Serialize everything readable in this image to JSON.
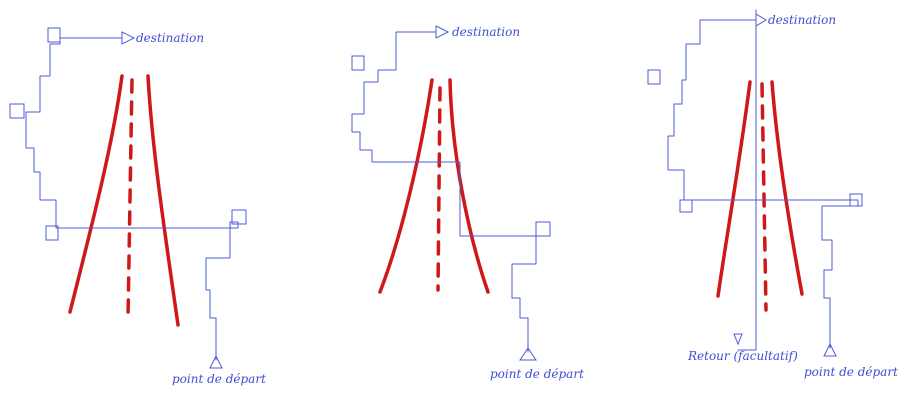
{
  "colors": {
    "road": "#d01818",
    "pen": "#4b5bd6",
    "background": "#ffffff"
  },
  "sketches": [
    {
      "destination_label": "destination",
      "start_label": "point de départ"
    },
    {
      "destination_label": "destination",
      "start_label": "point de départ"
    },
    {
      "destination_label": "destination",
      "start_label": "point de départ",
      "return_label": "Retour (facultatif)"
    }
  ]
}
